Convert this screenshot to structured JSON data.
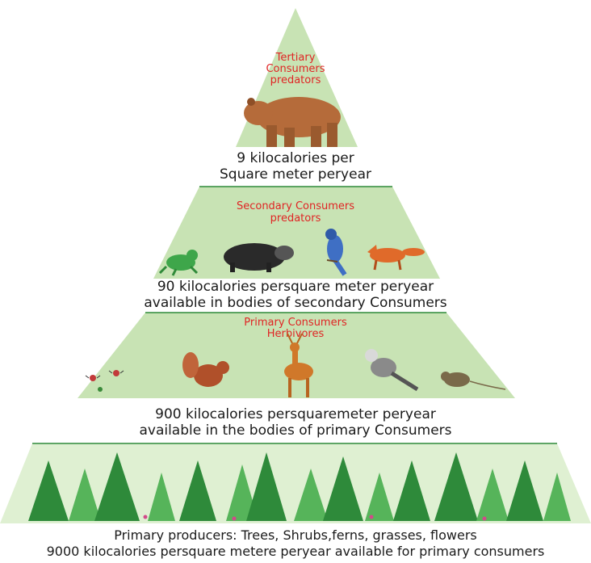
{
  "levels": [
    {
      "id": "tertiary",
      "label_lines": [
        "Tertiary",
        "Consumers",
        "predators"
      ],
      "energy_lines": [
        "9 kilocalories per",
        "Square meter peryear"
      ],
      "organisms": [
        "bear"
      ]
    },
    {
      "id": "secondary",
      "label_lines": [
        "Secondary Consumers",
        "predators"
      ],
      "energy_lines": [
        "90 kilocalories persquare meter peryear",
        "available in bodies of secondary Consumers"
      ],
      "organisms": [
        "frog",
        "raccoon",
        "blue-jay",
        "fox"
      ]
    },
    {
      "id": "primary",
      "label_lines": [
        "Primary Consumers",
        "Herbivores"
      ],
      "energy_lines": [
        "900 kilocalories persquaremeter peryear",
        "available in the bodies of primary Consumers"
      ],
      "organisms": [
        "insects",
        "squirrel",
        "deer",
        "bird",
        "mouse"
      ]
    },
    {
      "id": "producers",
      "label_lines": [],
      "energy_lines": [
        "Primary producers: Trees, Shrubs,ferns, grasses, flowers",
        "9000 kilocalories persquare metere peryear available for primary consumers"
      ],
      "organisms": [
        "trees",
        "shrubs",
        "ferns",
        "grasses",
        "flowers"
      ]
    }
  ],
  "colors": {
    "tier_fill": "#c8e3b4",
    "label_red": "#e02424",
    "text": "#1a1a1a",
    "tree": "#2e8a3a",
    "tree_light": "#56b45a"
  }
}
